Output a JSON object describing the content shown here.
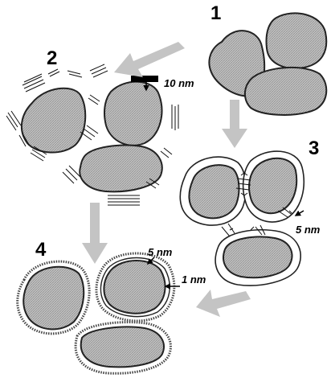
{
  "stages": [
    {
      "number": "1"
    },
    {
      "number": "2"
    },
    {
      "number": "3"
    },
    {
      "number": "4"
    }
  ],
  "labels": {
    "stage2_thickness": "10 nm",
    "stage3_thickness": "5 nm",
    "stage4_outer": "5 nm",
    "stage4_inner": "1 nm"
  },
  "colors": {
    "particle_fill": "#c7c7c7",
    "outline": "#222222",
    "arrow": "#c4c4c4"
  }
}
